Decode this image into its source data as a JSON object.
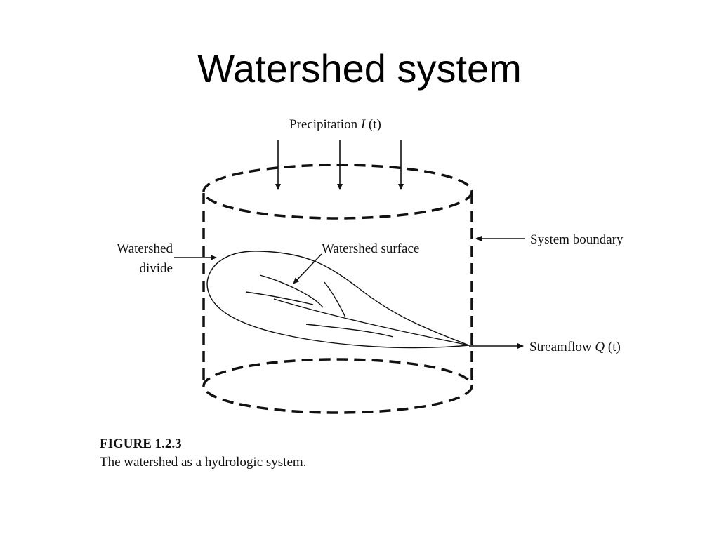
{
  "slide": {
    "title": "Watershed system"
  },
  "diagram": {
    "labels": {
      "precipitation_prefix": "Precipitation ",
      "precipitation_var": "I",
      "precipitation_suffix": " (t)",
      "system_boundary": "System boundary",
      "watershed_divide_line1": "Watershed",
      "watershed_divide_line2": "divide",
      "watershed_surface": "Watershed surface",
      "streamflow_prefix": "Streamflow ",
      "streamflow_var": "Q",
      "streamflow_suffix": " (t)"
    },
    "colors": {
      "ink": "#111111"
    }
  },
  "figure": {
    "number": "FIGURE 1.2.3",
    "caption": "The watershed as a hydrologic system."
  }
}
